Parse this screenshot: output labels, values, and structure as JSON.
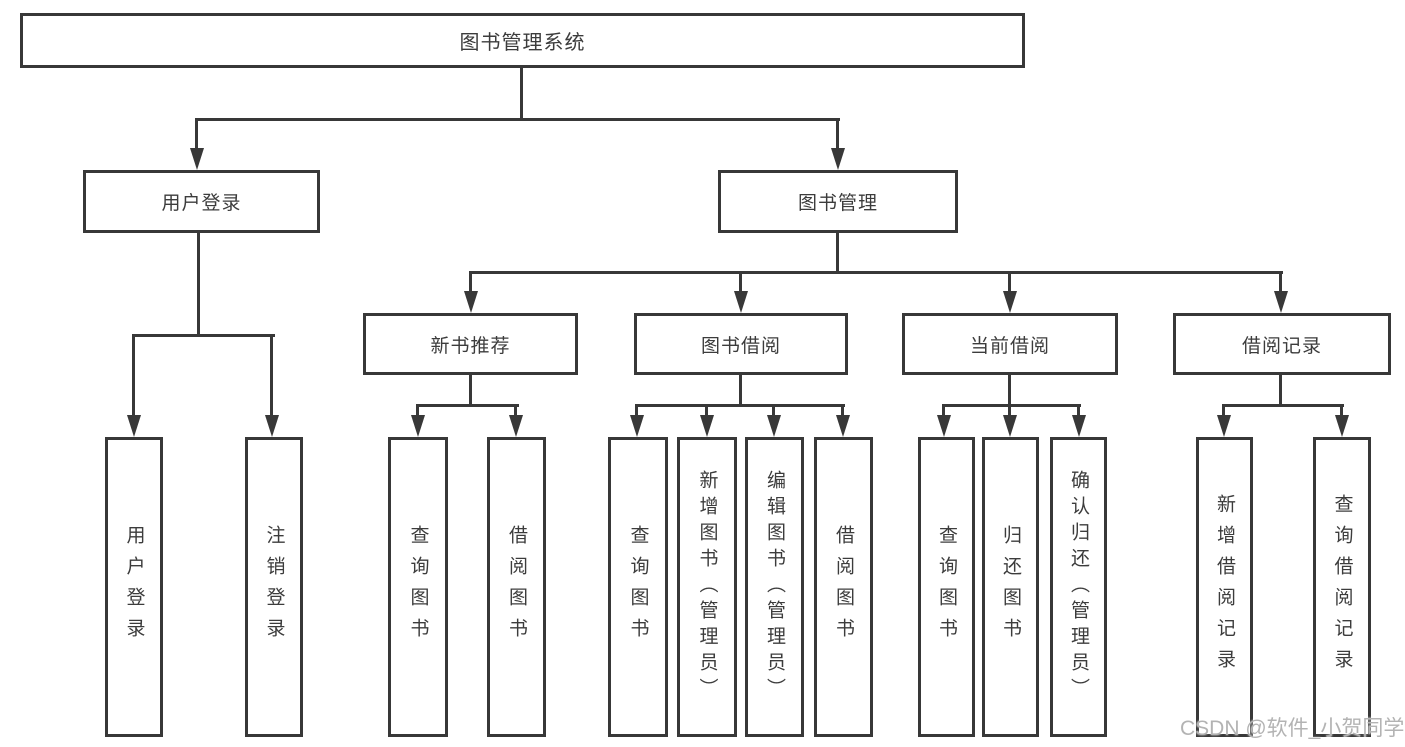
{
  "diagram": {
    "root": "图书管理系统",
    "l2": [
      "用户登录",
      "图书管理"
    ],
    "l3": [
      "新书推荐",
      "图书借阅",
      "当前借阅",
      "借阅记录"
    ],
    "leaves": [
      "用户登录",
      "注销登录",
      "查询图书",
      "借阅图书",
      "查询图书",
      "新增图书（管理员）",
      "编辑图书（管理员）",
      "借阅图书",
      "查询图书",
      "归还图书",
      "确认归还（管理员）",
      "新增借阅记录",
      "查询借阅记录"
    ]
  },
  "watermark": "CSDN @软件_小贺同学",
  "colors": {
    "line": "#383838",
    "text": "#3c3c3c",
    "watermark": "#b3b3b3",
    "background": "#ffffff"
  }
}
